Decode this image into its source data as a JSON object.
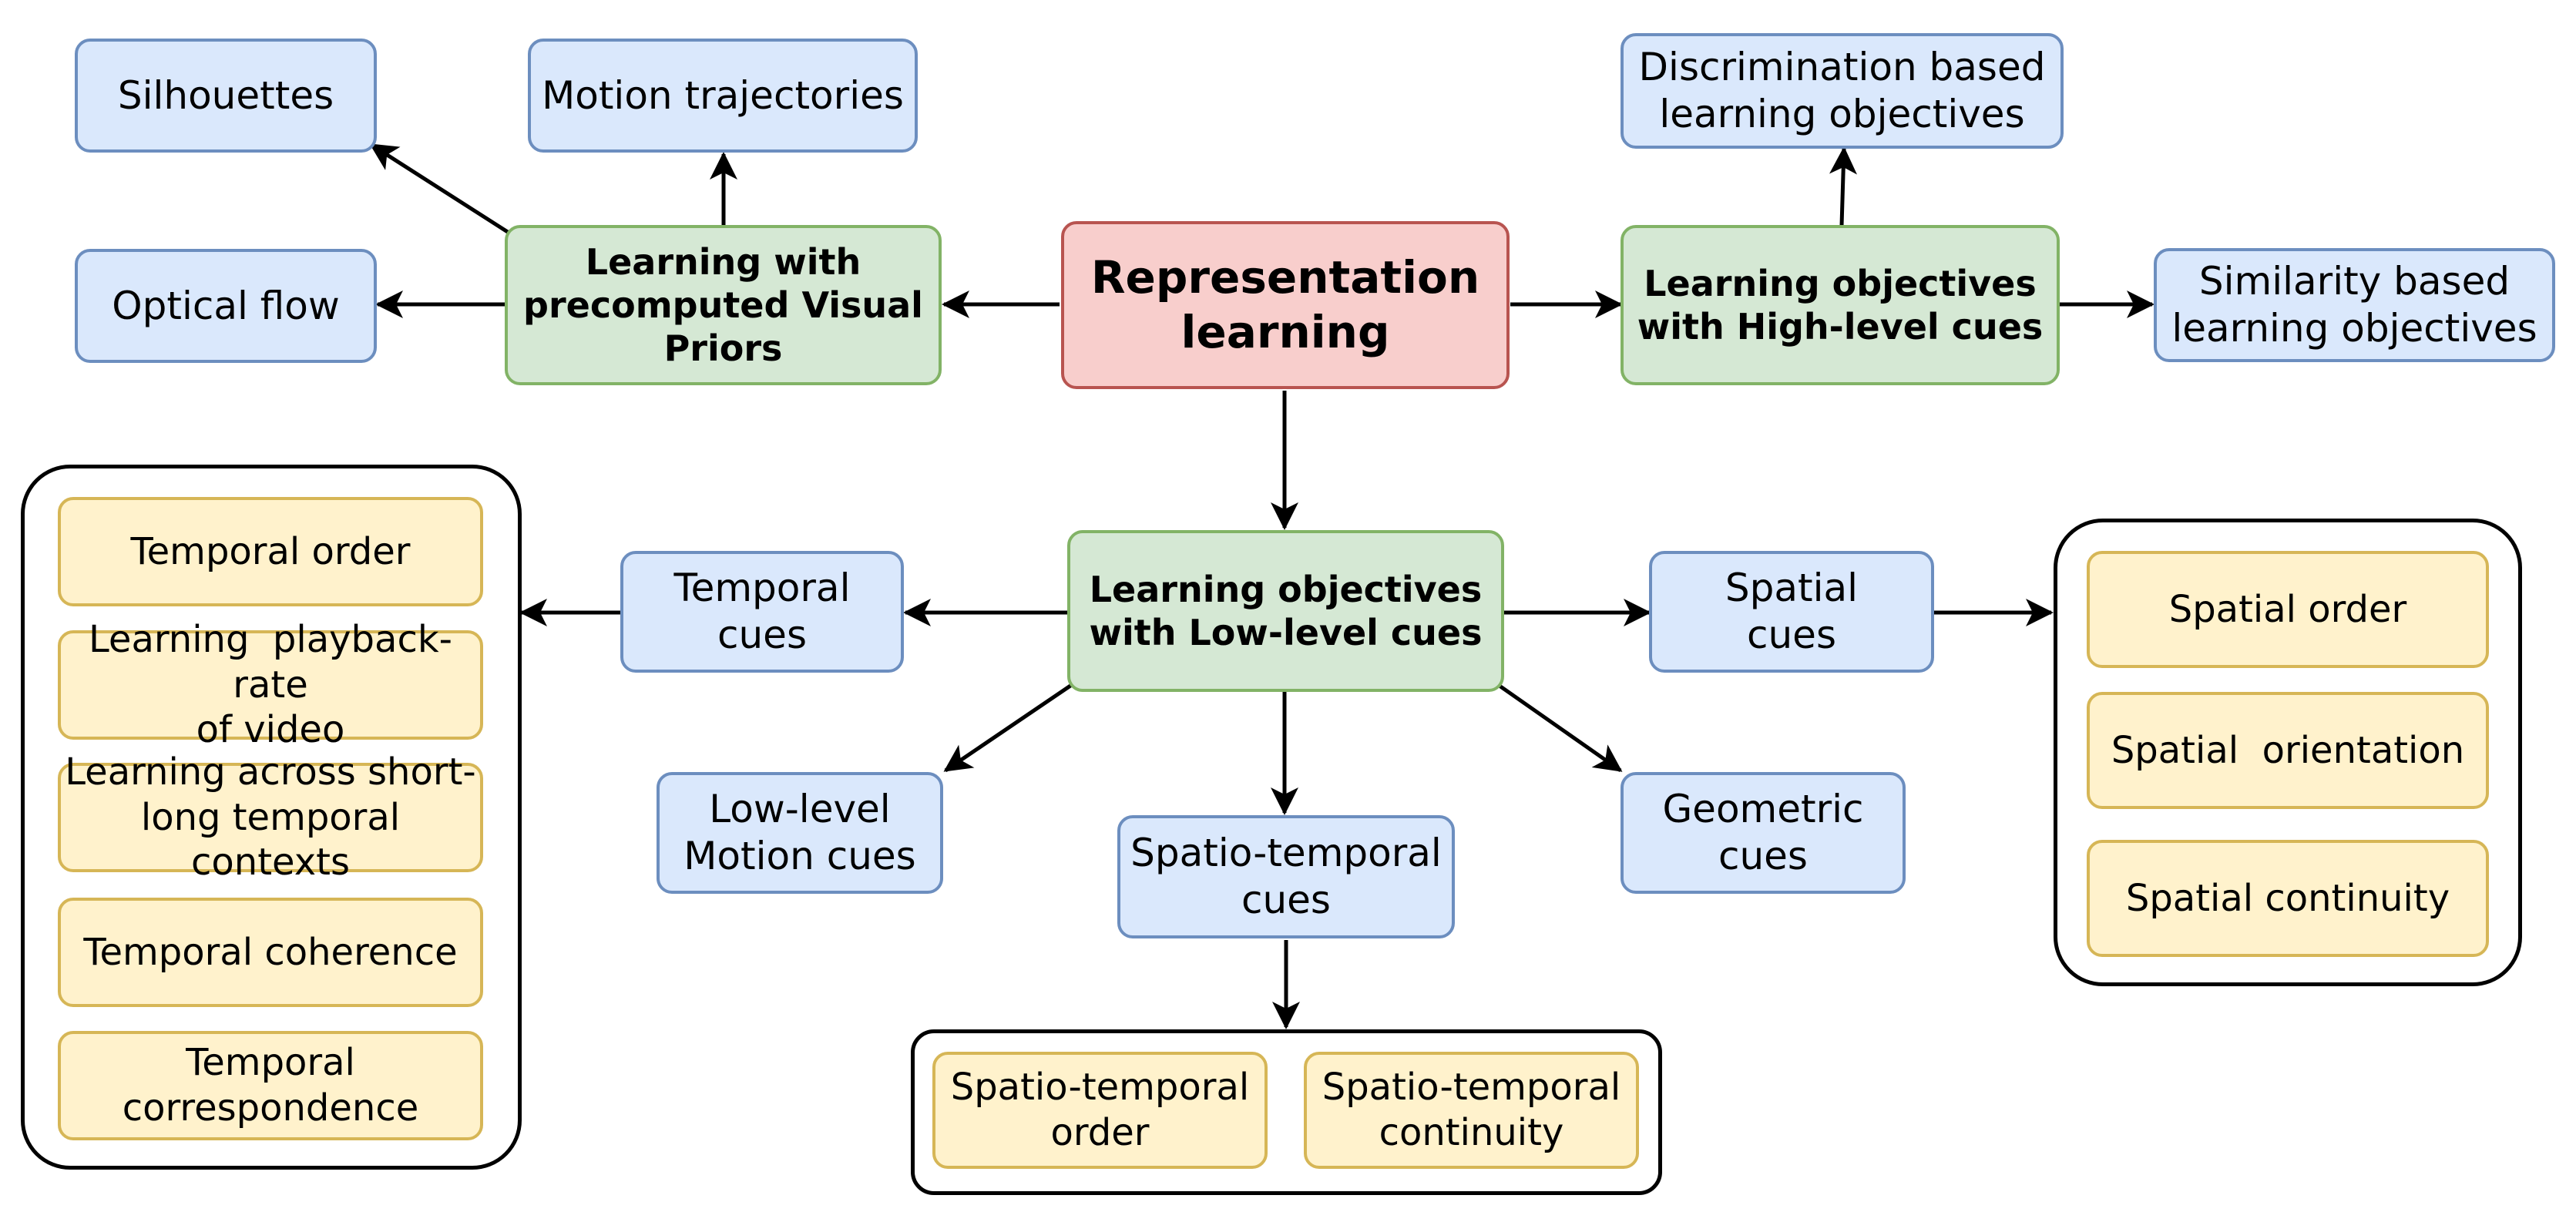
{
  "diagram": {
    "root": "Representation\nlearning",
    "visual_priors": {
      "title": "Learning with\nprecomputed Visual\nPriors",
      "items": [
        "Silhouettes",
        "Motion trajectories",
        "Optical flow"
      ]
    },
    "high_level": {
      "title": "Learning objectives\nwith High-level cues",
      "items": [
        "Discrimination based\nlearning objectives",
        "Similarity based\nlearning objectives"
      ]
    },
    "low_level": {
      "title": "Learning objectives\nwith Low-level cues",
      "temporal_cues": "Temporal\ncues",
      "spatial_cues": "Spatial\ncues",
      "motion_cues": "Low-level\nMotion cues",
      "spatio_temporal_cues": "Spatio-temporal\ncues",
      "geometric_cues": "Geometric\ncues",
      "temporal_items": [
        "Temporal order",
        "Learning  playback-rate\nof video",
        "Learning across short-\nlong temporal contexts",
        "Temporal coherence",
        "Temporal\ncorrespondence"
      ],
      "spatial_items": [
        "Spatial order",
        "Spatial  orientation",
        "Spatial continuity"
      ],
      "spatio_temporal_items": [
        "Spatio-temporal\norder",
        "Spatio-temporal\ncontinuity"
      ]
    }
  },
  "colors": {
    "root_fill": "#f8cecc",
    "root_border": "#b85450",
    "category_fill": "#d5e8d4",
    "category_border": "#82b366",
    "cue_fill": "#dae8fc",
    "cue_border": "#6c8ebf",
    "leaf_fill": "#fff2cc",
    "leaf_border": "#d6b656"
  }
}
